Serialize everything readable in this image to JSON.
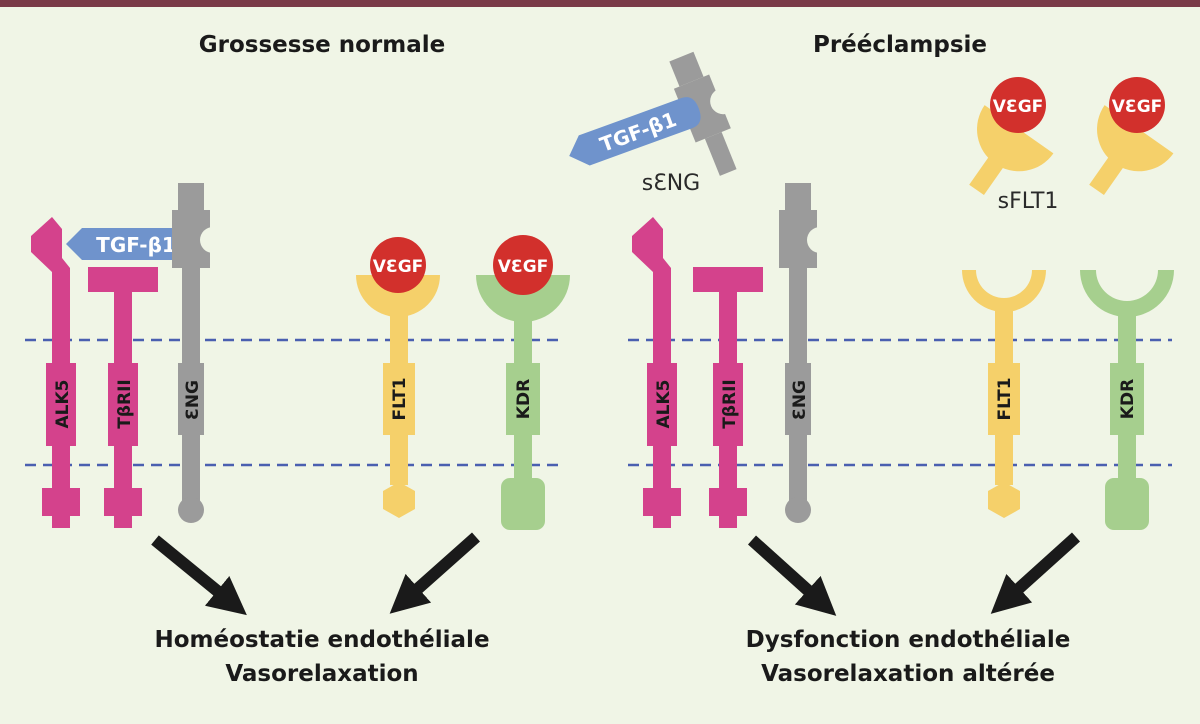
{
  "panels": {
    "normal": {
      "title": "Grossesse normale",
      "outcome_line1": "Homéostatie endothéliale",
      "outcome_line2": "Vasorelaxation"
    },
    "preeclampsia": {
      "title": "Prééclampsie",
      "outcome_line1": "Dysfonction endothéliale",
      "outcome_line2": "Vasorelaxation altérée"
    }
  },
  "receptors": {
    "alk5": "ALK5",
    "tbrii": "TβRII",
    "eng": "ƐNG",
    "flt1": "FLT1",
    "kdr": "KDR"
  },
  "ligands": {
    "tgf": "TGF-β1",
    "vegf": "VƐGF"
  },
  "soluble": {
    "seng": "sƐNG",
    "sflt1": "sFLT1"
  },
  "colors": {
    "background": "#f0f5e6",
    "top_bar": "#7a3a48",
    "membrane": "#4a5fb0",
    "alk5_tbrii": "#d4428c",
    "eng": "#9b9b9b",
    "flt1": "#f5d06a",
    "kdr": "#a6cf8e",
    "vegf": "#d2302c",
    "tgf": "#6f93cc",
    "arrow": "#1a1a1a"
  }
}
